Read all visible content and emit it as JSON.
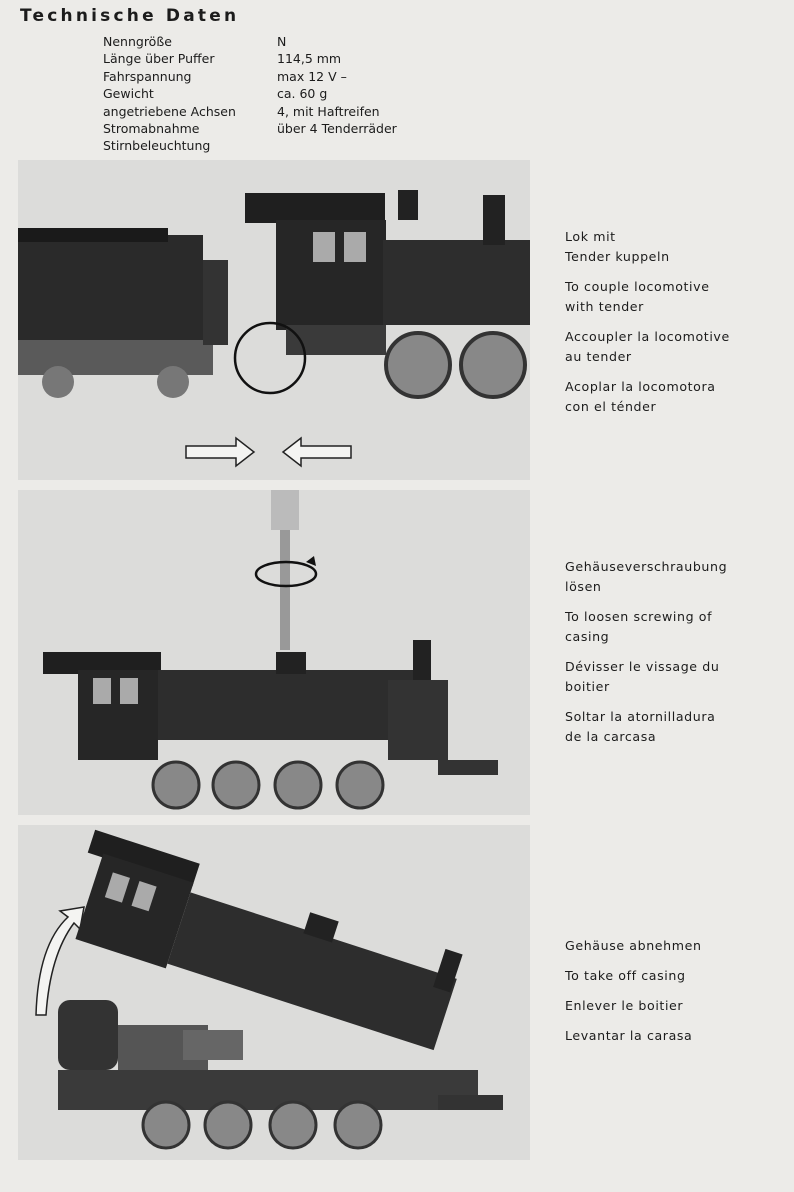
{
  "title": "Technische Daten",
  "specs": [
    {
      "key": "Nenngröße",
      "value": "N"
    },
    {
      "key": "Länge über Puffer",
      "value": "114,5 mm"
    },
    {
      "key": "Fahrspannung",
      "value": "max 12 V –"
    },
    {
      "key": "Gewicht",
      "value": "ca. 60 g"
    },
    {
      "key": "angetriebene Achsen",
      "value": "4, mit Haftreifen"
    },
    {
      "key": "Stromabnahme",
      "value": "über 4 Tenderräder"
    },
    {
      "key": "Stirnbeleuchtung",
      "value": ""
    }
  ],
  "steps": [
    {
      "captions": [
        [
          "Lok mit",
          "Tender kuppeln"
        ],
        [
          "To couple locomotive",
          "with tender"
        ],
        [
          "Accoupler la locomotive",
          "au tender"
        ],
        [
          "Acoplar la locomotora",
          "con el ténder"
        ]
      ]
    },
    {
      "captions": [
        [
          "Gehäuseverschraubung",
          "lösen"
        ],
        [
          "To loosen screwing of",
          "casing"
        ],
        [
          "Dévisser le vissage du",
          "boitier"
        ],
        [
          "Soltar la atornilladura",
          "de la carcasa"
        ]
      ]
    },
    {
      "captions": [
        [
          "Gehäuse abnehmen"
        ],
        [
          "To take off casing"
        ],
        [
          "Enlever le boitier"
        ],
        [
          "Levantar la carasa"
        ]
      ]
    }
  ]
}
